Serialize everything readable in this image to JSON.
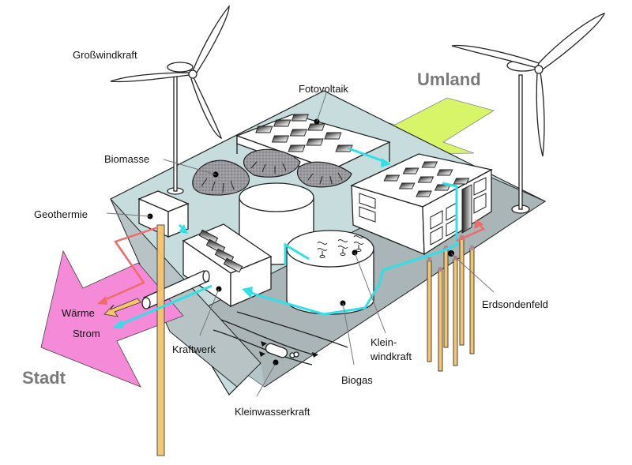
{
  "title": "Regenerative Energieversorgung",
  "labels": {
    "grosswindkraft": "Großwindkraft",
    "fotovoltaik": "Fotovoltaik",
    "biomasse": "Biomasse",
    "geothermie": "Geothermie",
    "kraftwerk": "Kraftwerk",
    "kleinwasserkraft": "Kleinwasserkraft",
    "biogas": "Biogas",
    "kleinwindkraft_1": "Klein-",
    "kleinwindkraft_2": "windkraft",
    "erdsondenfeld": "Erdsondenfeld"
  },
  "regions": {
    "umland": "Umland",
    "stadt": "Stadt"
  },
  "outputs": {
    "waerme": "Wärme",
    "strom": "Strom"
  },
  "colors": {
    "ground": "#c6dcdd",
    "ground_shadow": "#a9b5b7",
    "umland_arrow": "#d8f56a",
    "stadt_arrow": "#f58ad8",
    "electricity": "#2fe0e8",
    "heat": "#f06a6a",
    "heat_out": "#f6c56b",
    "probe": "#f6c56b"
  }
}
